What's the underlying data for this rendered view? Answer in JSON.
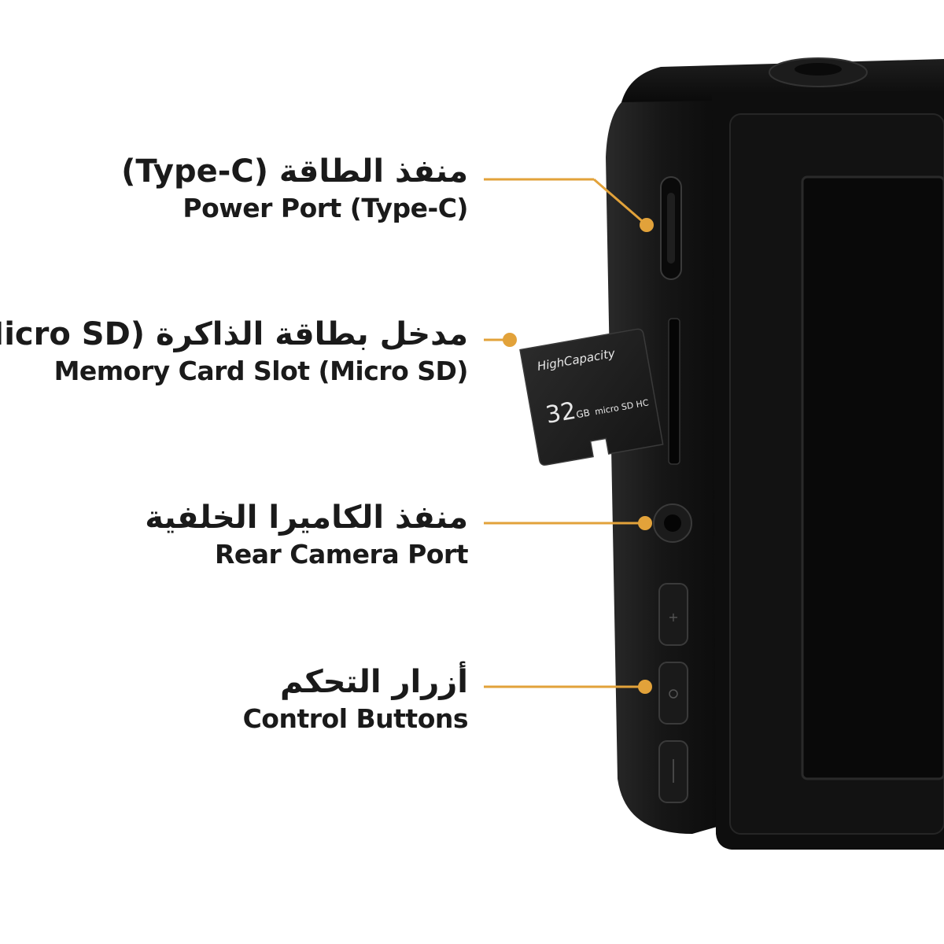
{
  "callouts": [
    {
      "id": "power-port",
      "label_ar": "منفذ الطاقة (Type-C)",
      "label_en": "Power Port (Type-C)"
    },
    {
      "id": "memory-card-slot",
      "label_ar": "مدخل بطاقة الذاكرة (Micro SD",
      "label_en": "Memory Card Slot (Micro SD)"
    },
    {
      "id": "rear-camera-port",
      "label_ar": "منفذ الكاميرا الخلفية",
      "label_en": "Rear Camera Port"
    },
    {
      "id": "control-buttons",
      "label_ar": "أزرار التحكم",
      "label_en": "Control Buttons"
    }
  ],
  "sd_card": {
    "brand_text": "HighCapacity",
    "capacity_text": "32",
    "capacity_unit": "GB",
    "class_text": "micro SD HC"
  },
  "colors": {
    "accent": "#e2a23a",
    "device_body": "#111111",
    "screen": "#0b0b0b",
    "text": "#1a1a1a"
  }
}
